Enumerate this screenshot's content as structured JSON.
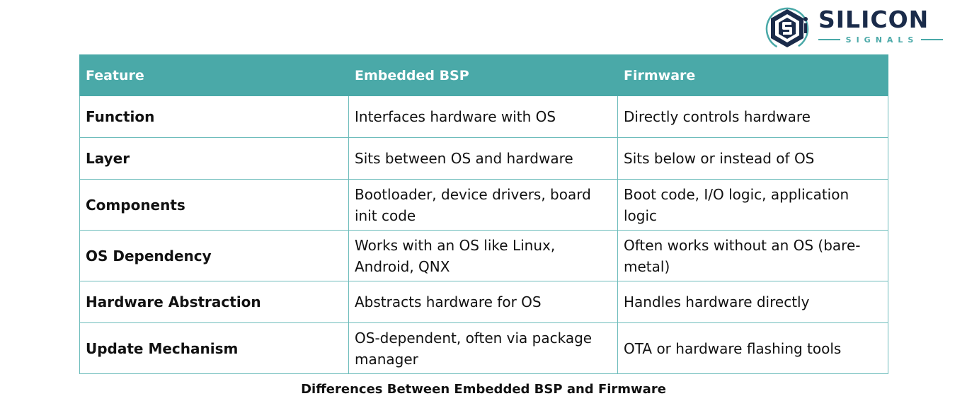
{
  "brand": {
    "name": "SILICON",
    "tagline": "SIGNALS",
    "colors": {
      "navy": "#1a2b4a",
      "teal": "#4aa9a8"
    }
  },
  "table": {
    "header_color": "#4aa9a8",
    "headers": [
      "Feature",
      "Embedded BSP",
      "Firmware"
    ],
    "rows": [
      {
        "feature": "Function",
        "bsp": "Interfaces hardware with OS",
        "firmware": "Directly controls hardware"
      },
      {
        "feature": "Layer",
        "bsp": "Sits between OS and hardware",
        "firmware": "Sits below or instead of OS"
      },
      {
        "feature": "Components",
        "bsp": "Bootloader, device drivers, board init code",
        "firmware": "Boot code, I/O logic, application logic"
      },
      {
        "feature": "OS Dependency",
        "bsp": "Works with an OS like Linux, Android, QNX",
        "firmware": "Often works without an OS (bare-metal)"
      },
      {
        "feature": "Hardware Abstraction",
        "bsp": "Abstracts hardware for OS",
        "firmware": "Handles hardware directly"
      },
      {
        "feature": "Update Mechanism",
        "bsp": "OS-dependent, often via package manager",
        "firmware": "OTA or hardware flashing tools"
      }
    ]
  },
  "caption": "Differences Between Embedded BSP and Firmware"
}
